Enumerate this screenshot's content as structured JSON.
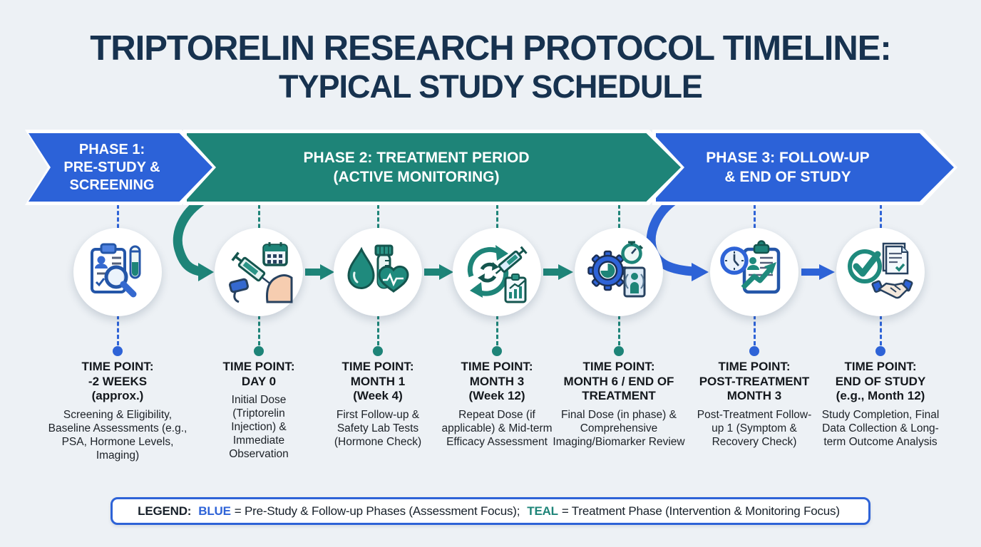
{
  "title": {
    "line1": "TRIPTORELIN RESEARCH PROTOCOL TIMELINE:",
    "line2": "TYPICAL STUDY SCHEDULE"
  },
  "colors": {
    "phase_blue": "#2c62d8",
    "phase_teal": "#1e8478",
    "title_navy": "#17324f",
    "background": "#edf1f5",
    "legend_border": "#2e63d7"
  },
  "phases": [
    {
      "name": "phase-1",
      "color": "#2c62d8",
      "lines": [
        "PHASE 1:",
        "PRE-STUDY &",
        "SCREENING"
      ]
    },
    {
      "name": "phase-2",
      "color": "#1e8478",
      "lines": [
        "PHASE 2: TREATMENT PERIOD",
        "(ACTIVE MONITORING)"
      ]
    },
    {
      "name": "phase-3",
      "color": "#2c62d8",
      "lines": [
        "PHASE 3: FOLLOW-UP",
        "& END OF STUDY"
      ]
    }
  ],
  "milestones": [
    {
      "icon": "screening-clipboard-magnifier-icon",
      "accent": "blue",
      "time_lines": [
        "TIME POINT:",
        "-2 WEEKS",
        "(approx.)"
      ],
      "description": "Screening & Eligibility, Baseline Assessments (e.g., PSA, Hormone Levels, Imaging)"
    },
    {
      "icon": "injection-syringe-arm-calendar-icon",
      "accent": "teal",
      "time_lines": [
        "TIME POINT:",
        "DAY 0"
      ],
      "description": "Initial Dose (Triptorelin Injection) & Immediate Observation"
    },
    {
      "icon": "blood-drop-test-tube-heart-icon",
      "accent": "teal",
      "time_lines": [
        "TIME POINT:",
        "MONTH 1",
        "(Week 4)"
      ],
      "description": "First Follow-up & Safety Lab Tests (Hormone Check)"
    },
    {
      "icon": "repeat-cycle-syringe-chart-icon",
      "accent": "teal",
      "time_lines": [
        "TIME POINT:",
        "MONTH 3",
        "(Week 12)"
      ],
      "description": "Repeat Dose (if applicable) & Mid-term Efficacy Assessment"
    },
    {
      "icon": "gear-stopwatch-body-scan-icon",
      "accent": "teal",
      "time_lines": [
        "TIME POINT:",
        "MONTH 6 / END OF",
        "TREATMENT"
      ],
      "description": "Final Dose (in phase) & Comprehensive Imaging/Biomarker Review"
    },
    {
      "icon": "clock-clipboard-trend-icon",
      "accent": "blue",
      "time_lines": [
        "TIME POINT:",
        "POST-TREATMENT",
        "MONTH 3"
      ],
      "description": "Post-Treatment Follow-up 1 (Symptom & Recovery Check)"
    },
    {
      "icon": "check-documents-handshake-icon",
      "accent": "blue",
      "time_lines": [
        "TIME POINT:",
        "END OF STUDY",
        "(e.g., Month 12)"
      ],
      "description": "Study Completion, Final Data Collection & Long-term Outcome Analysis"
    }
  ],
  "legend": {
    "label": "LEGEND:",
    "items": [
      {
        "term": "BLUE",
        "color": "#2e63d7",
        "description": "= Pre-Study & Follow-up Phases (Assessment Focus);"
      },
      {
        "term": "TEAL",
        "color": "#1e8478",
        "description": "= Treatment Phase (Intervention & Monitoring Focus)"
      }
    ]
  }
}
